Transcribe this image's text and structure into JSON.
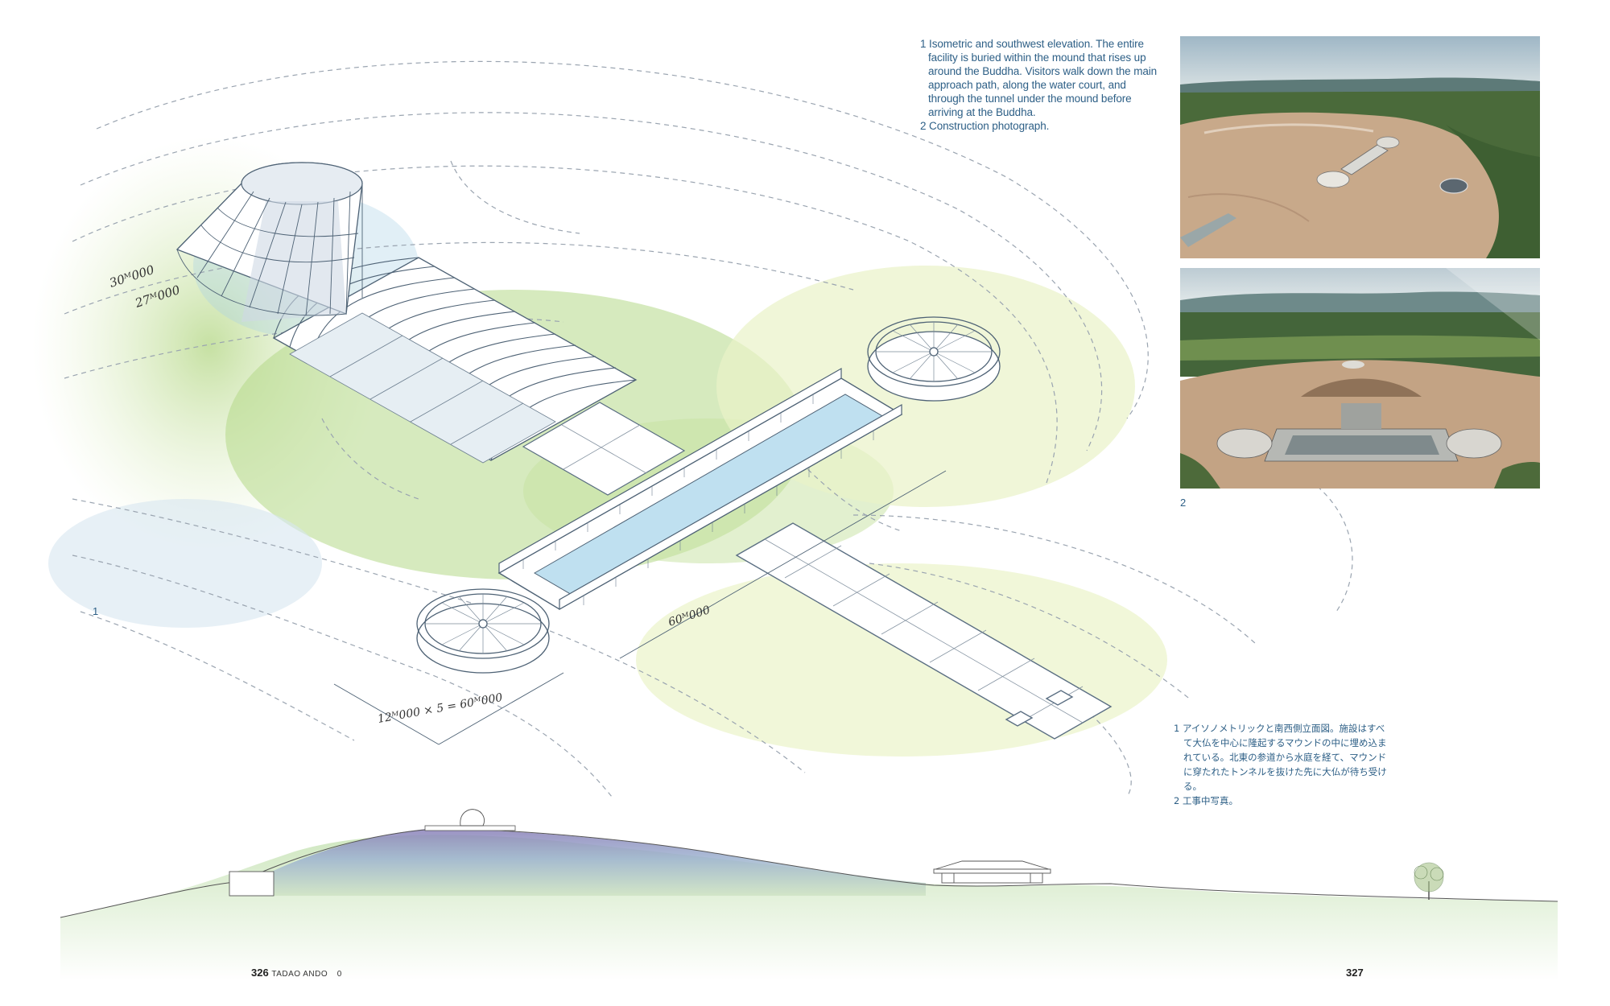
{
  "captions": {
    "english": [
      "1 Isometric and southwest elevation. The entire facility is buried within the mound that rises up around the Buddha. Visitors walk down the main approach path, along the water court, and through the tunnel under the mound before arriving at the Buddha.",
      "2 Construction photograph."
    ],
    "japanese": [
      "1 アイソノメトリックと南西側立面図。施設はすべて大仏を中心に隆起するマウンドの中に埋め込まれている。北東の参道から水庭を経て、マウンドに穿たれたトンネルを抜けた先に大仏が待ち受ける。",
      "2 工事中写真。"
    ]
  },
  "figure_numbers": {
    "drawing": "1",
    "photos": "2"
  },
  "annotations": {
    "dome_height_1": "30ᴹ000",
    "dome_height_2": "27ᴹ000",
    "pool_length": "60ᴹ000",
    "module_formula": "12ᴹ000 × 5 = 60ᴹ000"
  },
  "folio": {
    "left_page": "326",
    "left_title": "TADAO ANDO",
    "left_sub": "0",
    "right_page": "327"
  }
}
